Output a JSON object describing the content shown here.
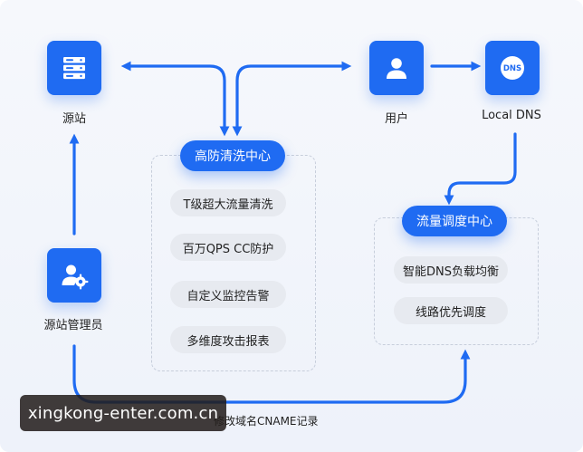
{
  "nodes": {
    "origin": {
      "label": "源站"
    },
    "user": {
      "label": "用户"
    },
    "local_dns": {
      "label": "Local DNS",
      "icon_text": "DNS"
    },
    "admin": {
      "label": "源站管理员"
    }
  },
  "ddos_center": {
    "title": "高防清洗中心",
    "items": [
      "T级超大流量清洗",
      "百万QPS CC防护",
      "自定义监控告警",
      "多维度攻击报表"
    ]
  },
  "traffic_center": {
    "title": "流量调度中心",
    "items": [
      "智能DNS负载均衡",
      "线路优先调度"
    ]
  },
  "edge_label": "修改域名CNAME记录",
  "watermark": "xingkong-enter.com.cn",
  "colors": {
    "accent": "#1f6bf2",
    "chip": "#e7eaf0",
    "dashed": "#c7cedb"
  },
  "icons": {
    "origin": "server-icon",
    "user": "user-icon",
    "local_dns": "dns-globe-icon",
    "admin": "admin-gear-icon"
  }
}
